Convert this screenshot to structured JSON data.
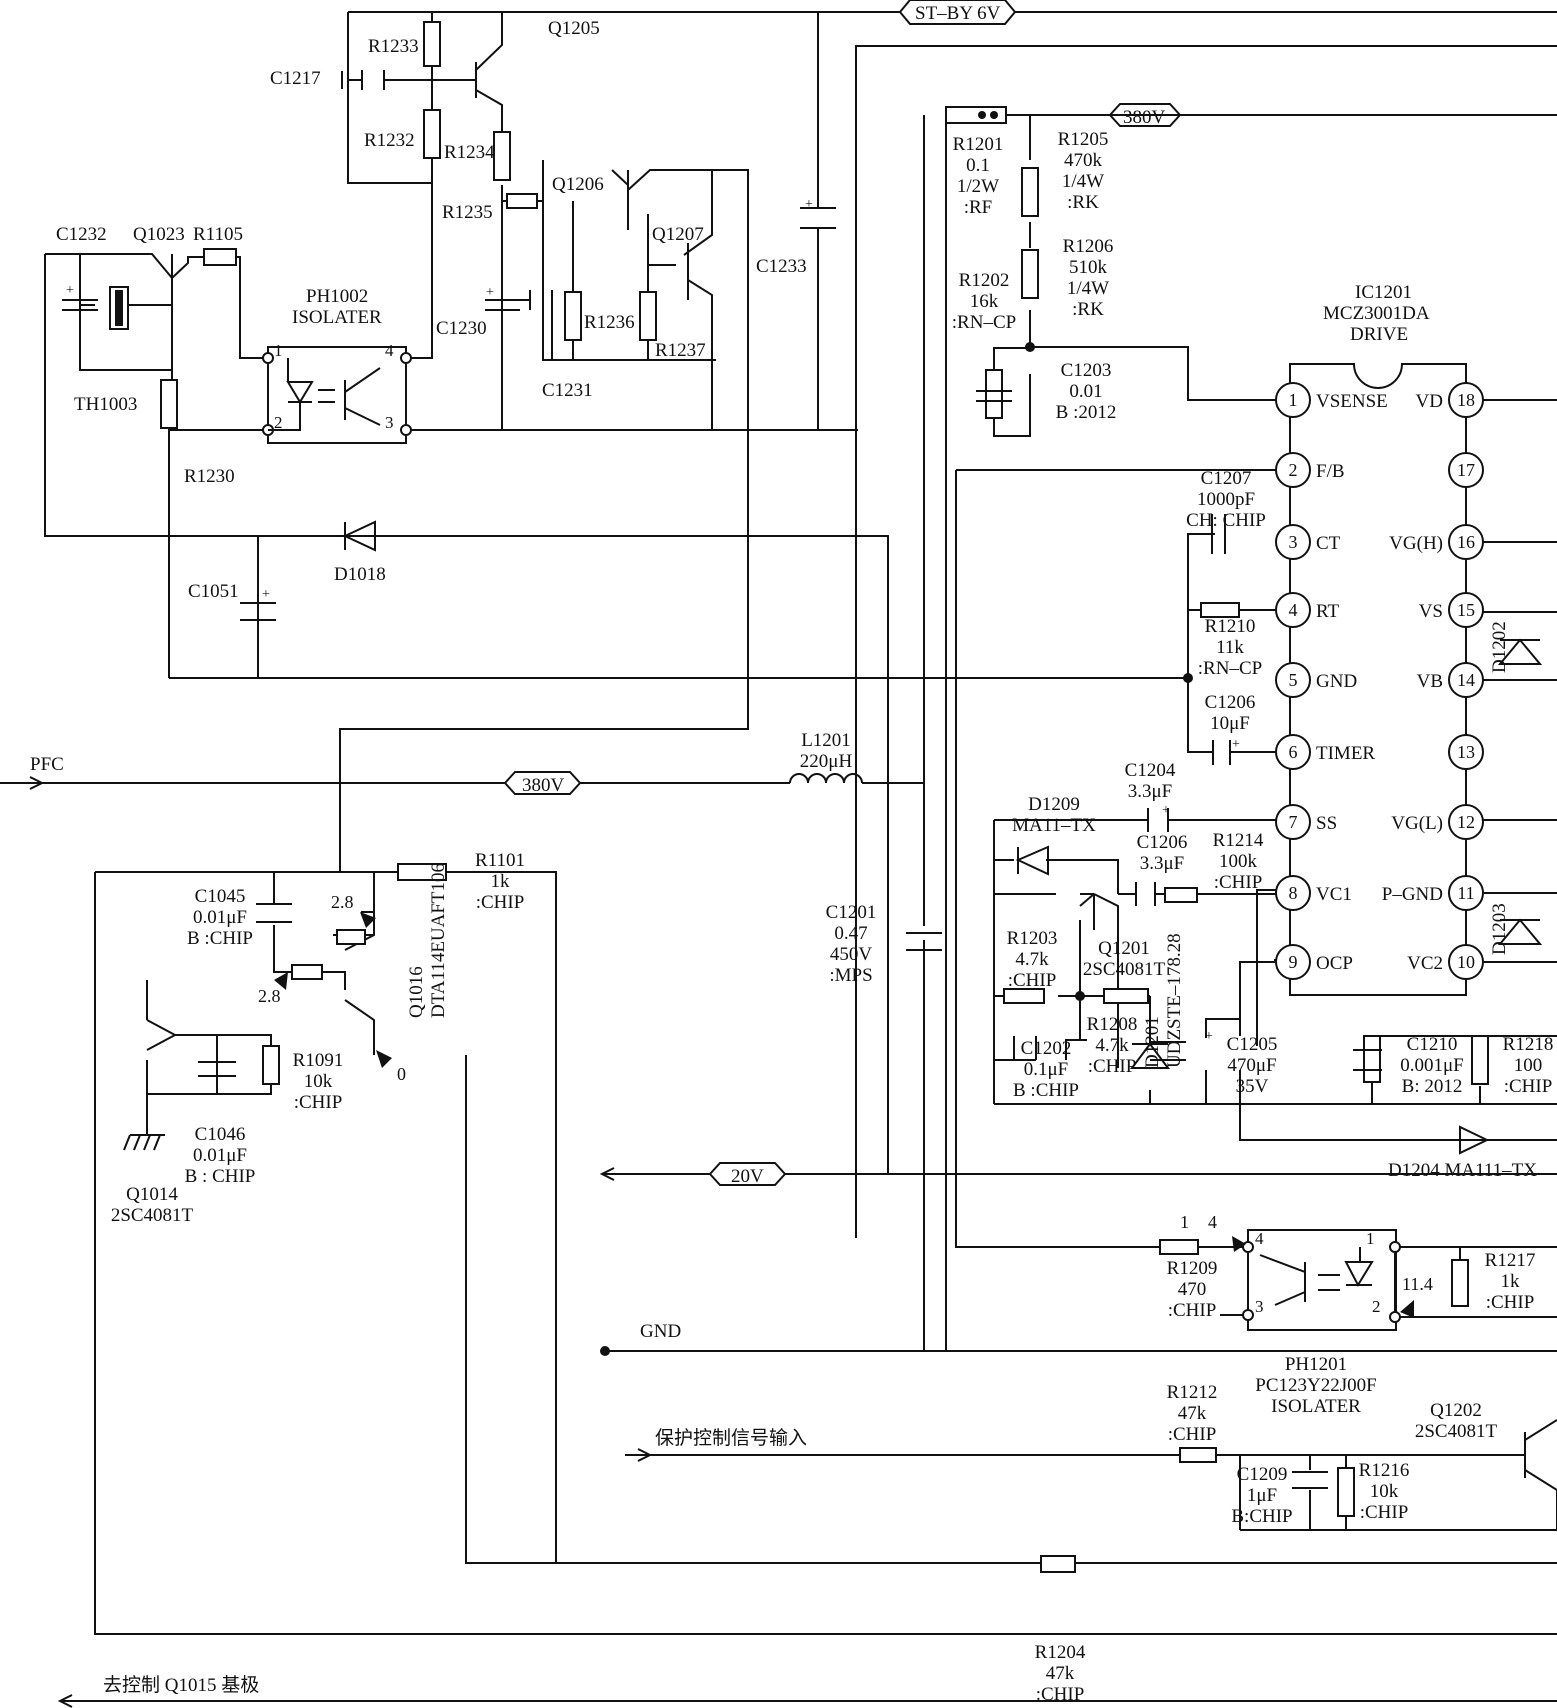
{
  "nets": {
    "stby": "ST–BY 6V",
    "hv_top": "380V",
    "hv_mid": "380V",
    "v20": "20V",
    "pfc": "PFC",
    "gnd": "GND",
    "protect_in": "保护控制信号输入",
    "to_q1015": "去控制 Q1015 基极"
  },
  "ic": {
    "ref": "IC1201",
    "part": "MCZ3001DA",
    "func": "DRIVE",
    "pins_left": [
      {
        "num": "1",
        "name": "VSENSE"
      },
      {
        "num": "2",
        "name": "F/B"
      },
      {
        "num": "3",
        "name": "CT"
      },
      {
        "num": "4",
        "name": "RT"
      },
      {
        "num": "5",
        "name": "GND"
      },
      {
        "num": "6",
        "name": "TIMER"
      },
      {
        "num": "7",
        "name": "SS"
      },
      {
        "num": "8",
        "name": "VC1"
      },
      {
        "num": "9",
        "name": "OCP"
      }
    ],
    "pins_right": [
      {
        "num": "18",
        "name": "VD"
      },
      {
        "num": "17",
        "name": ""
      },
      {
        "num": "16",
        "name": "VG(H)"
      },
      {
        "num": "15",
        "name": "VS"
      },
      {
        "num": "14",
        "name": "VB"
      },
      {
        "num": "13",
        "name": ""
      },
      {
        "num": "12",
        "name": "VG(L)"
      },
      {
        "num": "11",
        "name": "P–GND"
      },
      {
        "num": "10",
        "name": "VC2"
      }
    ]
  },
  "labels": {
    "r1233": "R1233",
    "q1205": "Q1205",
    "c1217": "C1217",
    "r1232": "R1232",
    "r1234": "R1234",
    "q1206": "Q1206",
    "r1235": "R1235",
    "q1207": "Q1207",
    "c1233": "C1233",
    "c1232": "C1232",
    "q1023": "Q1023",
    "r1105": "R1105",
    "ph1002": "PH1002",
    "ph1002_type": "ISOLATER",
    "c1230": "C1230",
    "r1236": "R1236",
    "r1237": "R1237",
    "c1231": "C1231",
    "th1003": "TH1003",
    "r1230": "R1230",
    "d1018": "D1018",
    "c1051": "C1051",
    "r1201": [
      "R1201",
      "0.1",
      "1/2W",
      ":RF"
    ],
    "r1205": [
      "R1205",
      "470k",
      "1/4W",
      ":RK"
    ],
    "r1206": [
      "R1206",
      "510k",
      "1/4W",
      ":RK"
    ],
    "r1202": [
      "R1202",
      "16k",
      ":RN–CP"
    ],
    "c1203": [
      "C1203",
      "0.01",
      "B :2012"
    ],
    "c1207": [
      "C1207",
      "1000pF",
      "CH: CHIP"
    ],
    "r1210": [
      "R1210",
      "11k",
      ":RN–CP"
    ],
    "c1206a": [
      "C1206",
      "10μF"
    ],
    "l1201": [
      "L1201",
      "220μH"
    ],
    "c1204": [
      "C1204",
      "3.3μF"
    ],
    "d1209": [
      "D1209",
      "MA11–TX"
    ],
    "c1206b": [
      "C1206",
      "3.3μF"
    ],
    "r1214": [
      "R1214",
      "100k",
      ":CHIP"
    ],
    "c1201": [
      "C1201",
      "0.47",
      "450V",
      ":MPS"
    ],
    "r1203": [
      "R1203",
      "4.7k",
      ":CHIP"
    ],
    "q1201": [
      "Q1201",
      "2SC4081T"
    ],
    "d1201": [
      "D1201",
      "UDZSTE–178.28"
    ],
    "r1208": [
      "R1208",
      "4.7k",
      ":CHIP"
    ],
    "c1202": [
      "C1202",
      "0.1μF",
      "B :CHIP"
    ],
    "c1205": [
      "C1205",
      "470μF",
      "35V"
    ],
    "c1210": [
      "C1210",
      "0.001μF",
      "B: 2012"
    ],
    "r1218": [
      "R1218",
      "100",
      ":CHIP"
    ],
    "d1204": "D1204 MA111–TX",
    "d1202": "D1202",
    "d1203": "D1203",
    "r1101": [
      "R1101",
      "1k",
      ":CHIP"
    ],
    "c1045": [
      "C1045",
      "0.01μF",
      "B :CHIP"
    ],
    "q1016": [
      "Q1016",
      "DTA114EUAFT106"
    ],
    "r1091": [
      "R1091",
      "10k",
      ":CHIP"
    ],
    "c1046": [
      "C1046",
      "0.01μF",
      "B : CHIP"
    ],
    "q1014": [
      "Q1014",
      "2SC4081T"
    ],
    "r1209": [
      "R1209",
      "470",
      ":CHIP"
    ],
    "r1217": [
      "R1217",
      "1k",
      ":CHIP"
    ],
    "ph1201": [
      "PH1201",
      "PC123Y22J00F",
      "ISOLATER"
    ],
    "r1212": [
      "R1212",
      "47k",
      ":CHIP"
    ],
    "q1202": [
      "Q1202",
      "2SC4081T"
    ],
    "c1209": [
      "C1209",
      "1μF",
      "B:CHIP"
    ],
    "r1216": [
      "R1216",
      "10k",
      ":CHIP"
    ],
    "r1204": [
      "R1204",
      "47k",
      ":CHIP"
    ]
  },
  "voltages": {
    "q1016_e": "2.8",
    "q1016_b": "2.8",
    "q1016_c": "0",
    "ph1201_4": "4",
    "ph1201_1": "1",
    "ph1201_2": "11.4"
  }
}
